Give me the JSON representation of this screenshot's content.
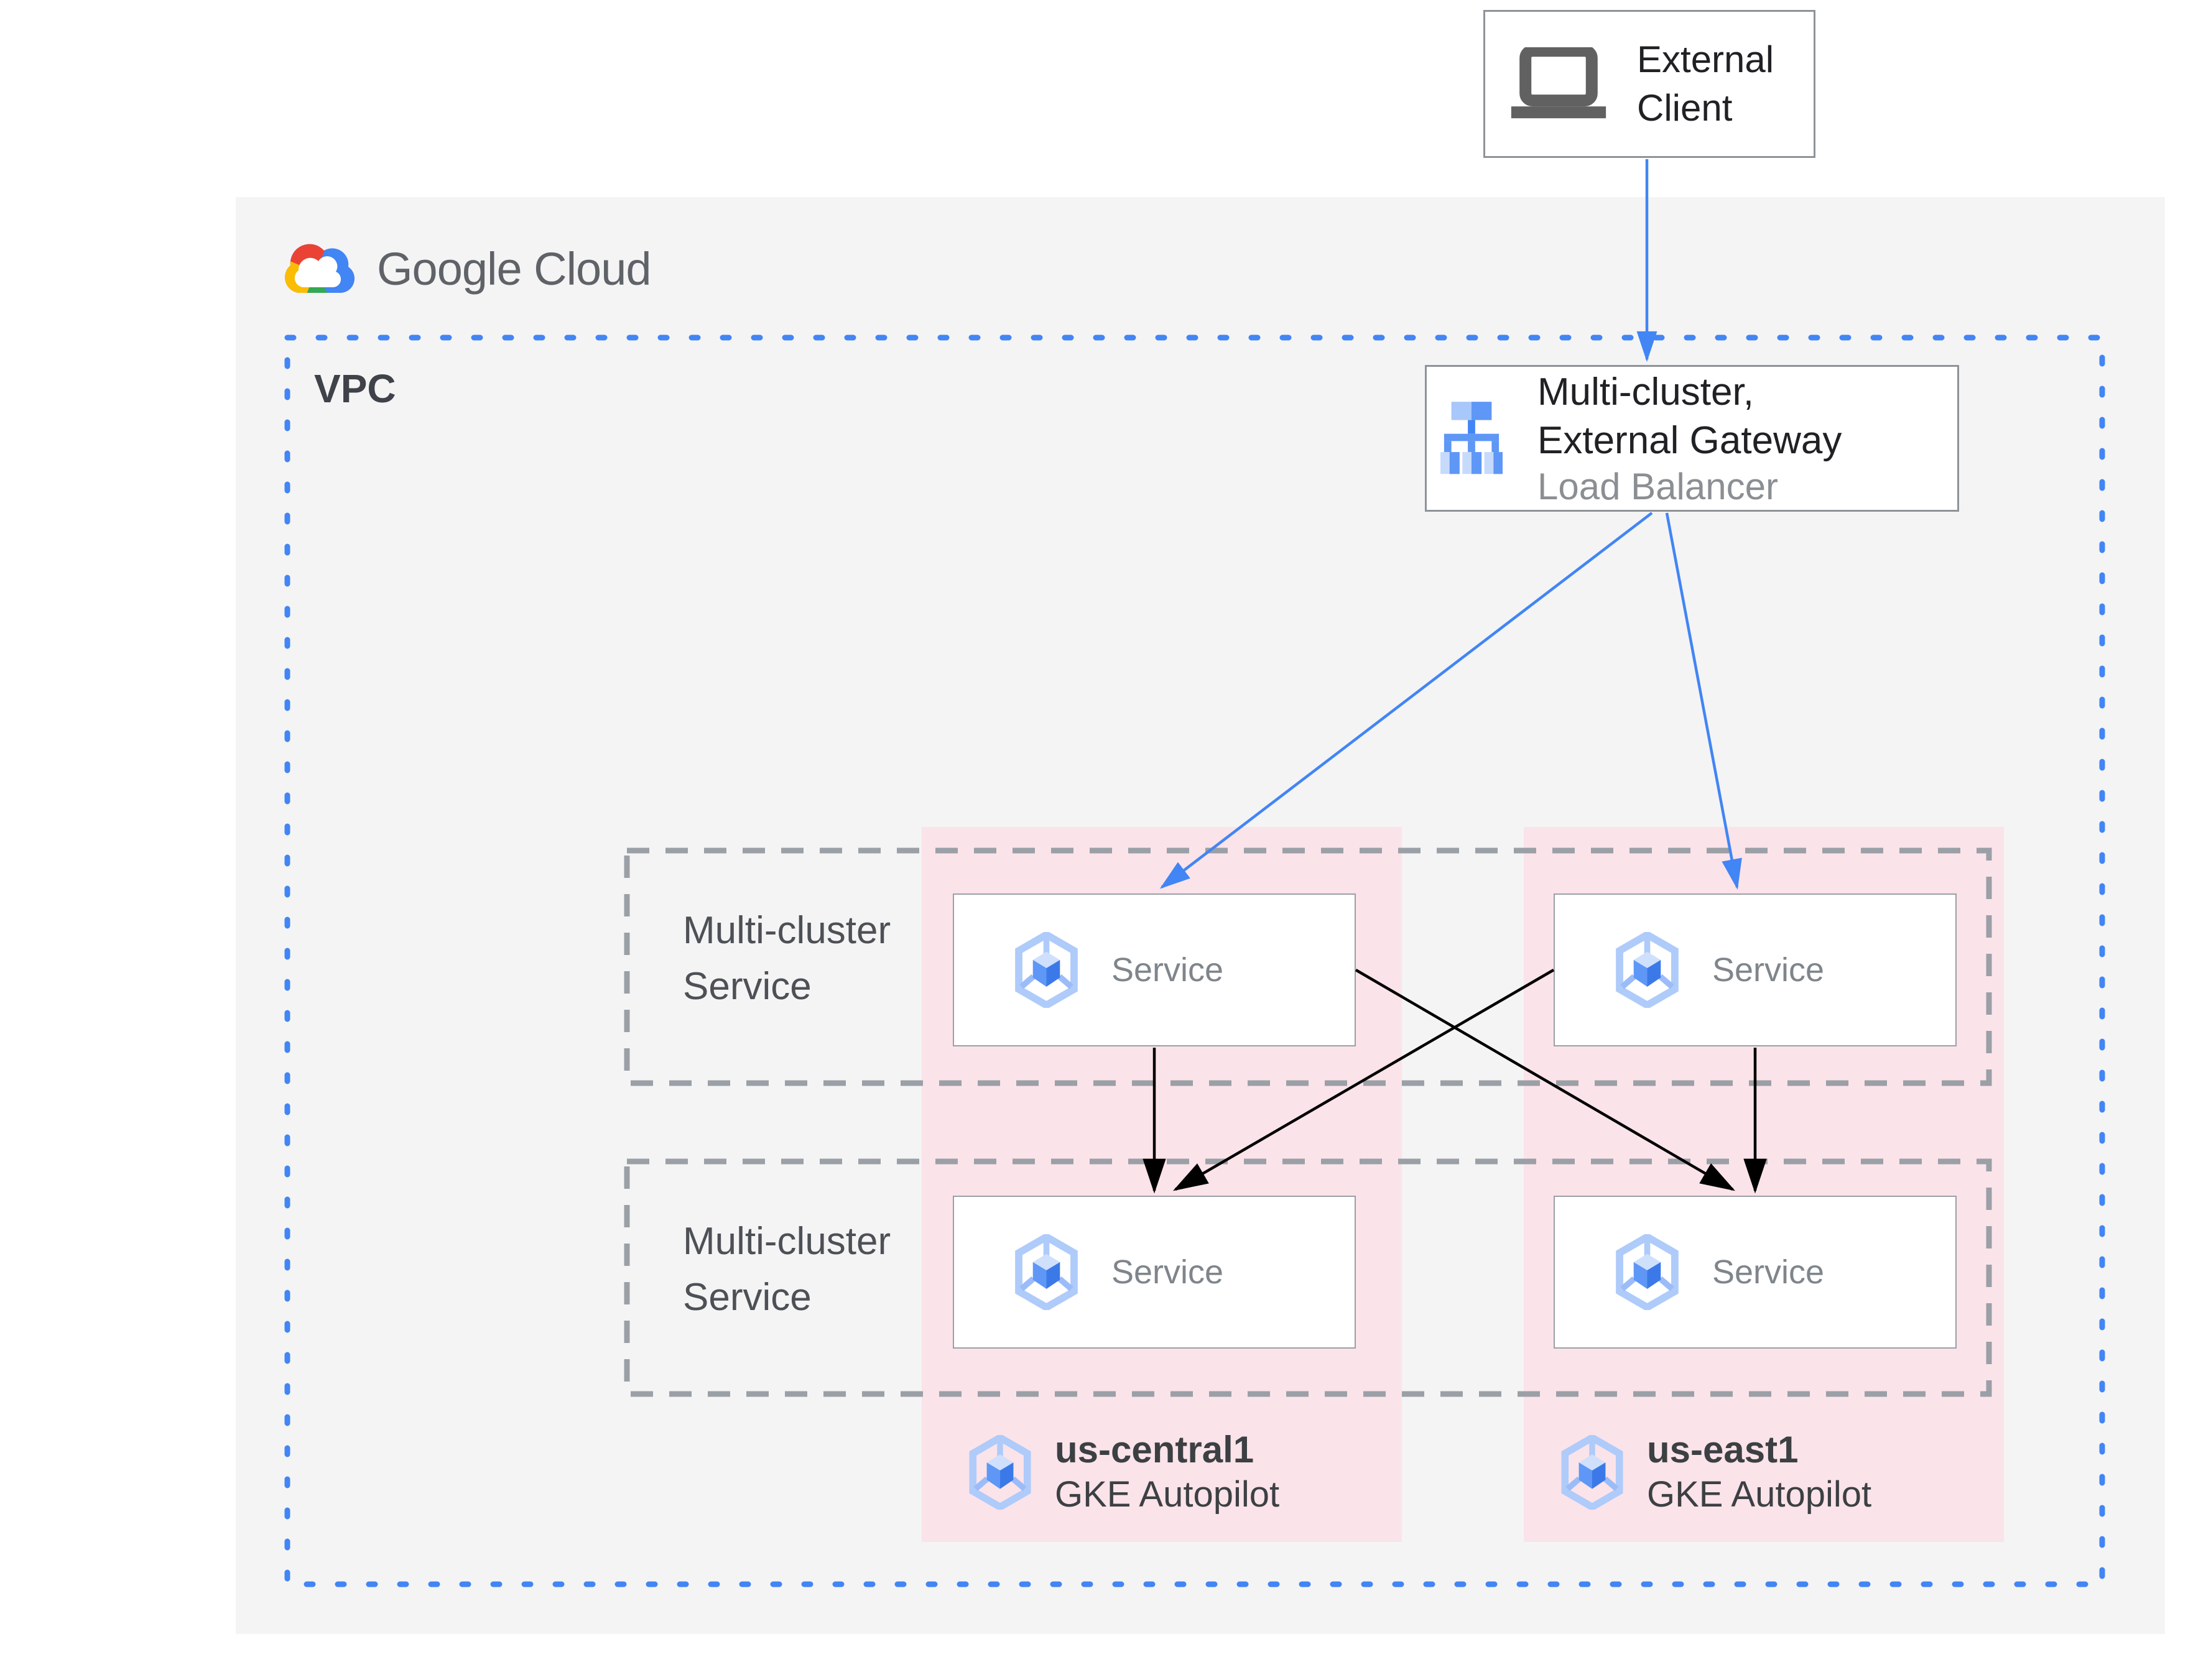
{
  "logo": {
    "text": "Google Cloud",
    "icon": "google-cloud-logo-icon",
    "colors": {
      "blue": "#4285f4",
      "red": "#ea4335",
      "yellow": "#fbbc04",
      "green": "#34a853"
    }
  },
  "external_client": {
    "label": "External Client",
    "icon": "laptop-icon"
  },
  "vpc": {
    "label": "VPC",
    "border_color": "#4285f4"
  },
  "load_balancer": {
    "name": "Multi-cluster, External Gateway",
    "type": "Load Balancer",
    "icon": "load-balancer-icon"
  },
  "service_rows": [
    {
      "label": "Multi-cluster Service",
      "services": [
        {
          "label": "Service"
        },
        {
          "label": "Service"
        }
      ]
    },
    {
      "label": "Multi-cluster Service",
      "services": [
        {
          "label": "Service"
        },
        {
          "label": "Service"
        }
      ]
    }
  ],
  "clusters": [
    {
      "region": "us-central1",
      "platform": "GKE Autopilot",
      "icon": "gke-hexagon-icon"
    },
    {
      "region": "us-east1",
      "platform": "GKE Autopilot",
      "icon": "gke-hexagon-icon"
    }
  ],
  "connections": [
    {
      "from": "external-client",
      "to": "load-balancer",
      "color": "#4285f4"
    },
    {
      "from": "load-balancer",
      "to": "service-row1-left",
      "color": "#4285f4"
    },
    {
      "from": "load-balancer",
      "to": "service-row1-right",
      "color": "#4285f4"
    },
    {
      "from": "service-row1-left",
      "to": "service-row2-left",
      "color": "#000000"
    },
    {
      "from": "service-row1-left",
      "to": "service-row2-right",
      "color": "#000000"
    },
    {
      "from": "service-row1-right",
      "to": "service-row2-left",
      "color": "#000000"
    },
    {
      "from": "service-row1-right",
      "to": "service-row2-right",
      "color": "#000000"
    }
  ],
  "colors": {
    "panel_gray": "#f4f4f5",
    "pink_region": "#fbe3ea",
    "accent_blue": "#4285f4",
    "dash_gray": "#9aa0a6",
    "text_dark": "#202124",
    "text_gray": "#5f6368",
    "service_text": "#7f858b"
  }
}
